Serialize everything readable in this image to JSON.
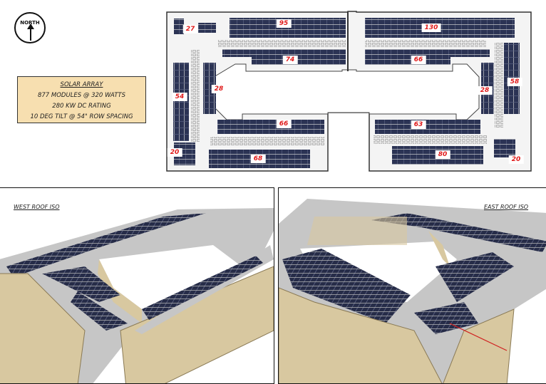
{
  "north_label": "NORTH",
  "legend": {
    "title": "SOLAR ARRAY",
    "lines": [
      "877 MODULES @ 320 WATTS",
      "280 KW DC RATING",
      "10 DEG TILT @ 54\" ROW SPACING"
    ]
  },
  "plan_counts": {
    "nw_corner": "27",
    "north_west": "95",
    "north_east": "130",
    "inner_north_west": "74",
    "inner_north_east": "66",
    "west_inner": "28",
    "west_outer": "54",
    "east_inner": "28",
    "east_outer": "58",
    "south_west_inner": "66",
    "south_east_inner": "63",
    "sw_corner": "20",
    "south_west": "68",
    "south_east": "80",
    "se_corner": "20"
  },
  "views": {
    "west": "WEST ROOF ISO",
    "east": "EAST ROOF ISO"
  },
  "colors": {
    "module": "#2b3354",
    "wall": "#d8c8a0",
    "roof": "#c4c4c4",
    "label": "#e01b1b",
    "legend_bg": "#f7dfb0"
  }
}
